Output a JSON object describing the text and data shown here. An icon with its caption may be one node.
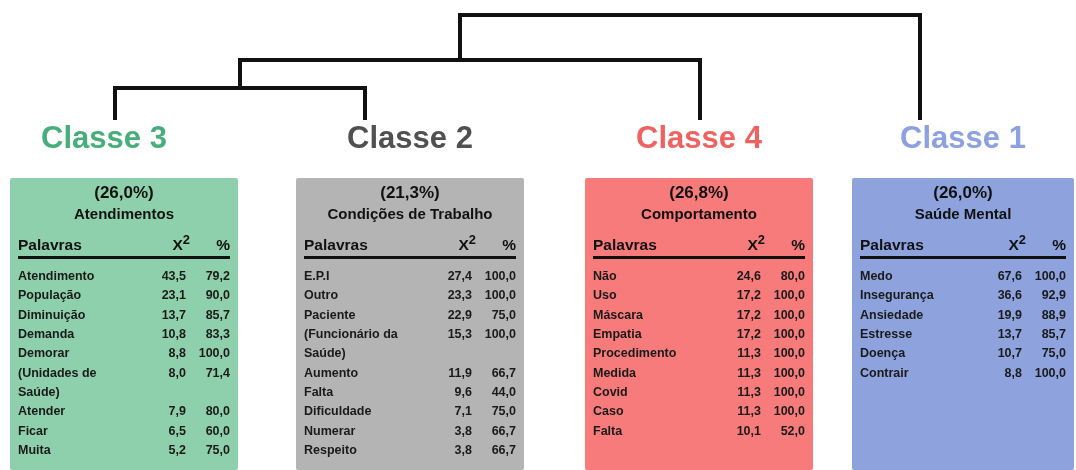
{
  "diagram": {
    "nodes": [
      {
        "text": [
          "Classe 3",
          "(26,0%)",
          "Atendimentos",
          "Palavras",
          "X$^{2}$",
          "%",
          "Atendimento",
          "43,5",
          "79,2",
          "População",
          "23,1",
          "90,0",
          "Diminuição",
          "13,7",
          "85,7",
          "Demanda",
          "10,8",
          "83,3",
          "Demorar",
          "8,8",
          "100,0",
          "(Unidades de Saúde)",
          "8,0",
          "71,4",
          "Atender",
          "7,9",
          "80,0",
          "Ficar",
          "6,5",
          "60,0",
          "Muita",
          "5,2",
          "75,0"
        ]
      },
      {
        "text": [
          "Classe 2",
          "(21,3%)",
          "Condições de Trabalho",
          "Palavras",
          "X$^{2}$",
          "%",
          "E.P.I",
          "27,4",
          "100,0",
          "Outro",
          "23,3",
          "100,0",
          "Paciente",
          "22,9",
          "75,0",
          "(Funcionário da Saúde)",
          "15,3",
          "100,0",
          "Aumento",
          "11,9",
          "66,7",
          "Falta",
          "9,6",
          "44,0",
          "Dificuldade",
          "7,1",
          "75,0",
          "Numerar",
          "3,8",
          "66,7",
          "Respeito",
          "3,8",
          "66,7"
        ]
      },
      {
        "text": [
          "Classe 4",
          "(26,8%)",
          "Comportamento",
          "Palavras",
          "X$^{2}$",
          "%",
          "Não",
          "24,6",
          "80,0",
          "Uso",
          "17,2",
          "100,0",
          "Máscara",
          "17,2",
          "100,0",
          "Empatia",
          "17,2",
          "100,0",
          "Procedimento",
          "11,3",
          "100,0",
          "Medida",
          "11,3",
          "100,0",
          "Covid",
          "11,3",
          "100,0",
          "Caso",
          "11,3",
          "100,0",
          "Falta",
          "10,1",
          "52,0"
        ]
      },
      {
        "text": [
          "Classe 1",
          "(26,0%)",
          "Saúde Mental",
          "Palavras",
          "X$^{2}$",
          "%",
          "Medo",
          "67,6",
          "100,0",
          "Insegurança",
          "36,6",
          "92,9",
          "Ansiedade",
          "19,9",
          "88,9",
          "Estresse",
          "13,7",
          "85,7",
          "Doença",
          "10,7",
          "75,0",
          "Contrair",
          "8,8",
          "100,0"
        ]
      }
    ],
    "edges": [
      {
        "from": 0,
        "to": 1,
        "arrow": "none"
      },
      {
        "from": 1,
        "to": 2,
        "arrow": "none"
      },
      {
        "from": 2,
        "to": 3,
        "arrow": "none"
      }
    ]
  }
}
